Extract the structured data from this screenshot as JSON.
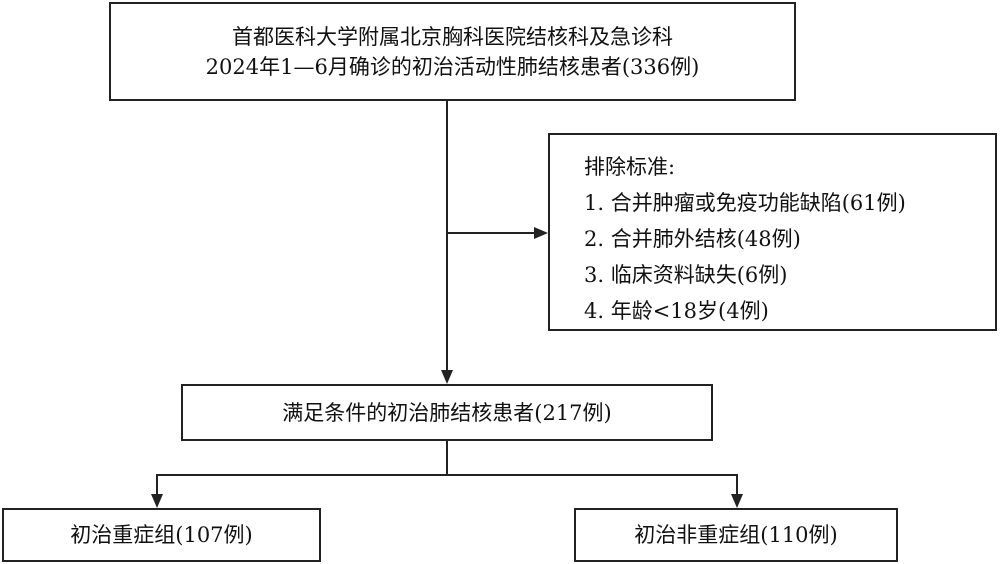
{
  "top_box": {
    "line1": "首都医科大学附属北京胸科医院结核科及急诊科",
    "line2": "2024年1—6月确诊的初治活动性肺结核患者(336例)"
  },
  "exclusion_box": {
    "title": "排除标准:",
    "items": [
      "1. 合并肿瘤或免疫功能缺陷(61例)",
      "2. 合并肺外结核(48例)",
      "3. 临床资料缺失(6例)",
      "4. 年龄<18岁(4例)"
    ]
  },
  "middle_box": {
    "label": "满足条件的初治肺结核患者(217例)"
  },
  "left_box": {
    "label": "初治重症组(107例)"
  },
  "right_box": {
    "label": "初治非重症组(110例)"
  }
}
